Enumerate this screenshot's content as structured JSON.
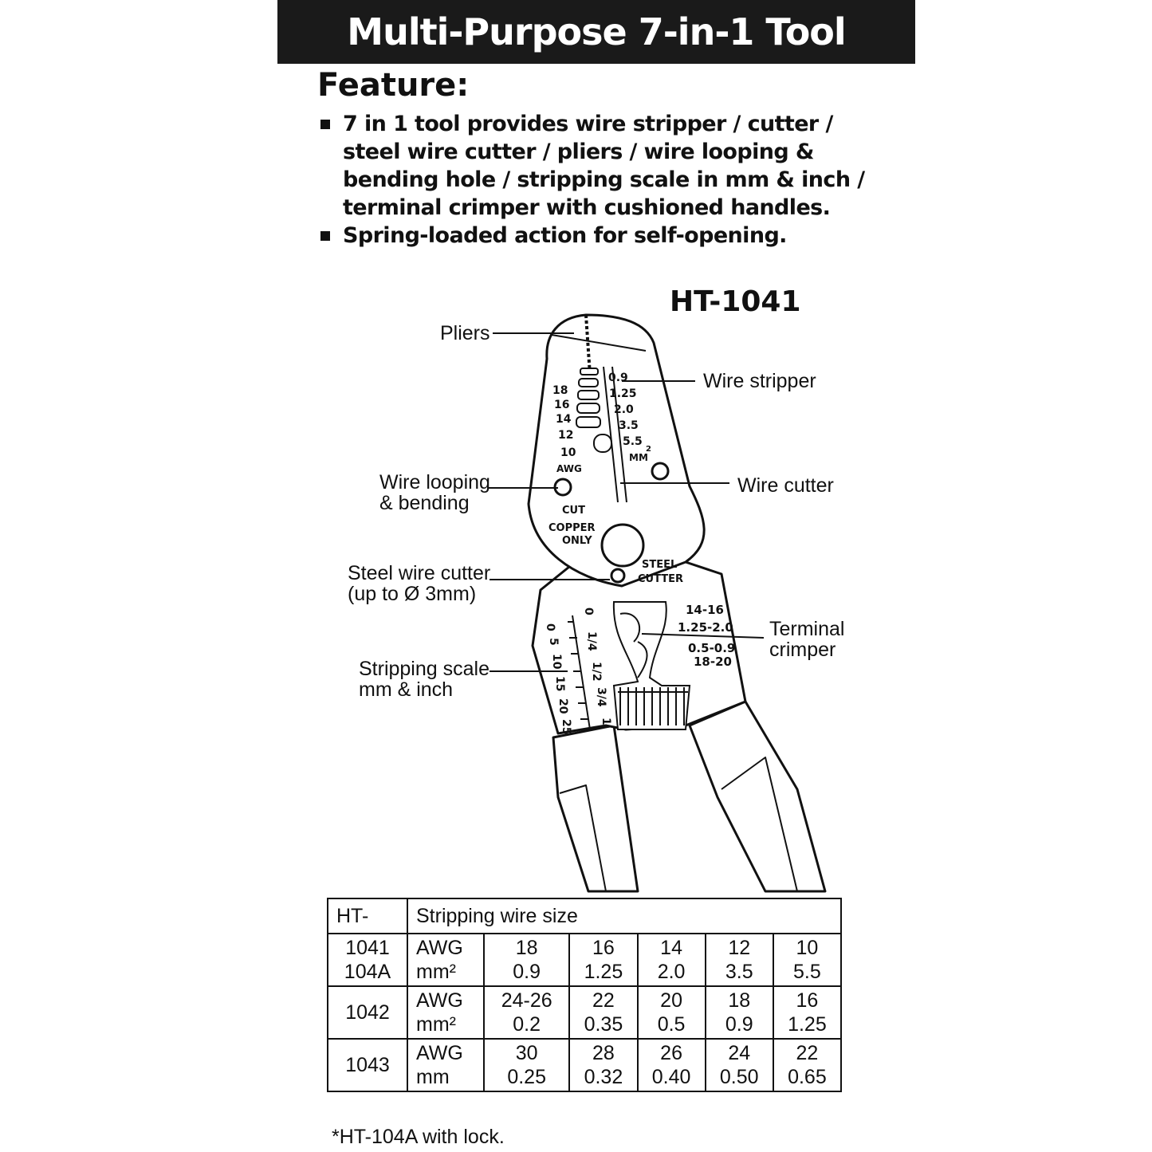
{
  "header": {
    "title": "Multi-Purpose 7-in-1 Tool"
  },
  "feature": {
    "heading": "Feature:",
    "bullets": [
      "7 in 1 tool provides wire stripper / cutter / steel wire cutter / pliers / wire looping & bending hole / stripping scale in mm & inch / terminal crimper with cushioned handles.",
      "Spring-loaded action for self-opening."
    ]
  },
  "diagram": {
    "model": "HT-1041",
    "callouts": {
      "pliers": "Pliers",
      "wire_stripper": "Wire stripper",
      "wire_looping": [
        "Wire looping",
        "& bending"
      ],
      "wire_cutter": "Wire cutter",
      "steel_wire_cutter": [
        "Steel wire cutter",
        "(up to Ø 3mm)"
      ],
      "terminal_crimper": [
        "Terminal",
        "crimper"
      ],
      "stripping_scale": [
        "Stripping scale",
        "mm & inch"
      ]
    },
    "tool_markings": {
      "awg": [
        "18",
        "16",
        "14",
        "12",
        "10"
      ],
      "awg_label": "AWG",
      "mm": [
        "0.9",
        "1.25",
        "2.0",
        "3.5",
        "5.5"
      ],
      "mm_label": "MM",
      "mm_sup": "2",
      "cut_copper": [
        "CUT",
        "COPPER",
        "ONLY"
      ],
      "steel_cutter": [
        "STEEL",
        "CUTTER"
      ],
      "crimp": [
        "14-16",
        "1.25-2.0",
        "0.5-0.9",
        "18-20"
      ],
      "scale_mm": [
        "0",
        "5",
        "10",
        "15",
        "20",
        "25"
      ],
      "scale_inch": [
        "0",
        "1/4",
        "1/2",
        "3/4",
        "1"
      ]
    }
  },
  "table": {
    "col_header_model": "HT-",
    "col_header_sizes": "Stripping wire size",
    "rows": [
      {
        "models": [
          "1041",
          "104A"
        ],
        "units": [
          "AWG",
          "mm²"
        ],
        "values": [
          [
            "18",
            "0.9"
          ],
          [
            "16",
            "1.25"
          ],
          [
            "14",
            "2.0"
          ],
          [
            "12",
            "3.5"
          ],
          [
            "10",
            "5.5"
          ]
        ]
      },
      {
        "models": [
          "1042"
        ],
        "units": [
          "AWG",
          "mm²"
        ],
        "values": [
          [
            "24-26",
            "0.2"
          ],
          [
            "22",
            "0.35"
          ],
          [
            "20",
            "0.5"
          ],
          [
            "18",
            "0.9"
          ],
          [
            "16",
            "1.25"
          ]
        ]
      },
      {
        "models": [
          "1043"
        ],
        "units": [
          "AWG",
          "mm"
        ],
        "values": [
          [
            "30",
            "0.25"
          ],
          [
            "28",
            "0.32"
          ],
          [
            "26",
            "0.40"
          ],
          [
            "24",
            "0.50"
          ],
          [
            "22",
            "0.65"
          ]
        ]
      }
    ]
  },
  "footnote": "*HT-104A with lock."
}
